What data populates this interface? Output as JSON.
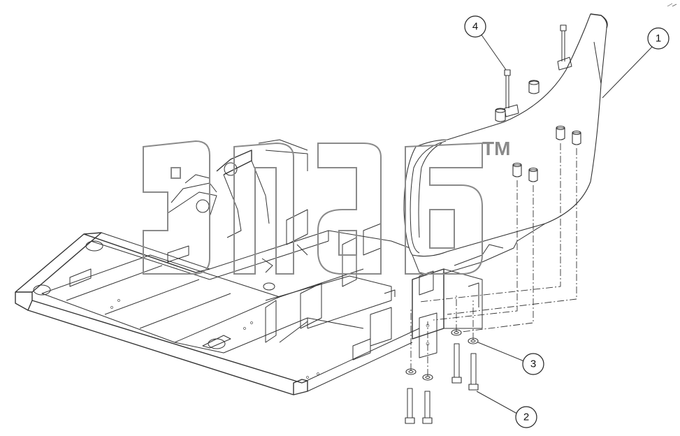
{
  "callouts": [
    {
      "id": "callout-1",
      "label": "1"
    },
    {
      "id": "callout-2",
      "label": "2"
    },
    {
      "id": "callout-3",
      "label": "3"
    },
    {
      "id": "callout-4",
      "label": "4"
    }
  ],
  "watermark": {
    "trademark": "TM"
  },
  "colors": {
    "line": "#333333",
    "watermark": "#8a8a8a",
    "background": "#ffffff"
  }
}
